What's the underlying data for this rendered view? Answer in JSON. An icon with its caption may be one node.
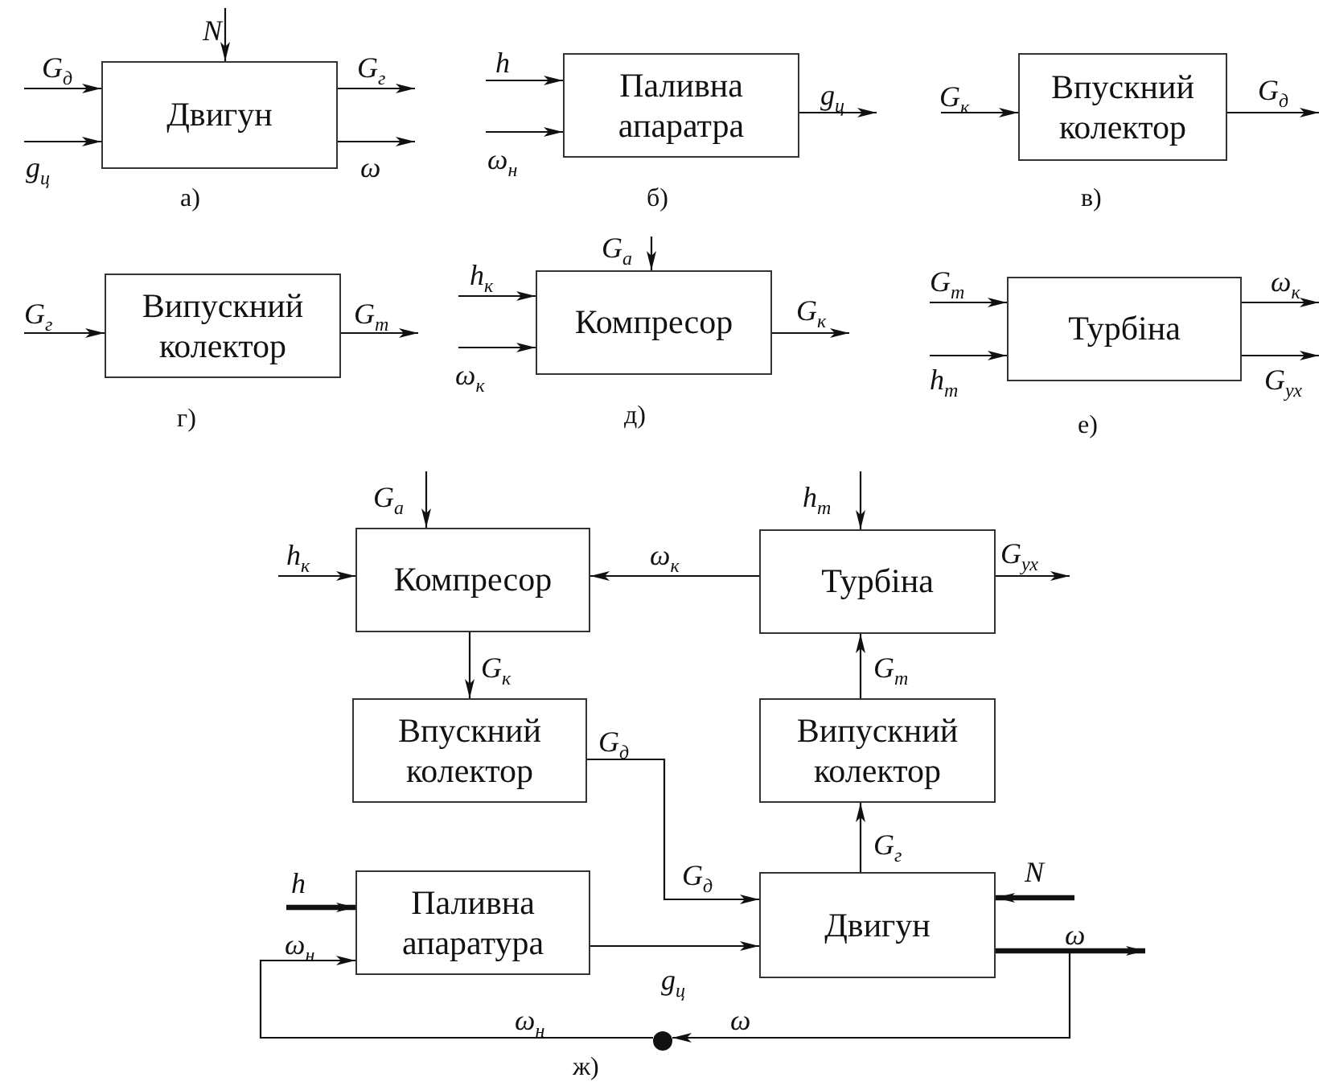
{
  "diagram": {
    "nodes": [
      {
        "text": [
          "Двигун"
        ],
        "beside": [
          "а)"
        ]
      },
      {
        "text": [
          "Паливна апаратра"
        ],
        "beside": [
          "б)"
        ]
      },
      {
        "text": [
          "Впускний колектор"
        ],
        "beside": [
          "в)"
        ]
      },
      {
        "text": [
          "Випускний колектор"
        ],
        "beside": [
          "г)"
        ]
      },
      {
        "text": [
          "Компресор"
        ],
        "beside": [
          "д)"
        ]
      },
      {
        "text": [
          "Турбіна"
        ],
        "beside": [
          "е)"
        ]
      },
      {
        "text": [
          "Компресор"
        ]
      },
      {
        "text": [
          "Турбіна"
        ]
      },
      {
        "text": [
          "Впускний колектор"
        ]
      },
      {
        "text": [
          "Випускний колектор"
        ]
      },
      {
        "text": [
          "Паливна апаратура"
        ]
      },
      {
        "text": [
          "Двигун"
        ]
      },
      {
        "text": [],
        "shape": "circle"
      }
    ],
    "edges": [
      {
        "from": null,
        "to": 0,
        "arrow": "to",
        "label": "N"
      },
      {
        "from": null,
        "to": 0,
        "arrow": "to",
        "label": "G$_{д}$"
      },
      {
        "from": null,
        "to": 0,
        "arrow": "to",
        "label": "g$_{ц}$"
      },
      {
        "from": 0,
        "to": null,
        "arrow": "to",
        "label": "G$_{г}$"
      },
      {
        "from": 0,
        "to": null,
        "arrow": "to",
        "label": "ω"
      },
      {
        "from": null,
        "to": 1,
        "arrow": "to",
        "label": "h"
      },
      {
        "from": null,
        "to": 1,
        "arrow": "to",
        "label": "ω$_{н}$"
      },
      {
        "from": 1,
        "to": null,
        "arrow": "to",
        "label": "g$_{ц}$"
      },
      {
        "from": null,
        "to": 2,
        "arrow": "to",
        "label": "G$_{к}$"
      },
      {
        "from": 2,
        "to": null,
        "arrow": "to",
        "label": "G$_{д}$"
      },
      {
        "from": null,
        "to": 3,
        "arrow": "to",
        "label": "G$_{г}$"
      },
      {
        "from": 3,
        "to": null,
        "arrow": "to",
        "label": "G$_{т}$"
      },
      {
        "from": null,
        "to": 4,
        "arrow": "to",
        "label": "G$_{а}$"
      },
      {
        "from": null,
        "to": 4,
        "arrow": "to",
        "label": "h$_{к}$"
      },
      {
        "from": null,
        "to": 4,
        "arrow": "to",
        "label": "ω$_{к}$"
      },
      {
        "from": 4,
        "to": null,
        "arrow": "to",
        "label": "G$_{к}$"
      },
      {
        "from": null,
        "to": 5,
        "arrow": "to",
        "label": "G$_{т}$"
      },
      {
        "from": null,
        "to": 5,
        "arrow": "to",
        "label": "h$_{т}$"
      },
      {
        "from": 5,
        "to": null,
        "arrow": "to",
        "label": "ω$_{к}$"
      },
      {
        "from": 5,
        "to": null,
        "arrow": "to",
        "label": "G$_{ух}$"
      },
      {
        "from": null,
        "to": 6,
        "arrow": "to",
        "label": "G$_{а}$"
      },
      {
        "from": null,
        "to": 6,
        "arrow": "to",
        "label": "h$_{к}$"
      },
      {
        "from": 7,
        "to": 6,
        "arrow": "to",
        "label": "ω$_{к}$"
      },
      {
        "from": null,
        "to": 7,
        "arrow": "to",
        "label": "h$_{т}$"
      },
      {
        "from": 7,
        "to": null,
        "arrow": "to",
        "label": "G$_{ух}$"
      },
      {
        "from": 6,
        "to": 8,
        "arrow": "to",
        "label": "G$_{к}$"
      },
      {
        "from": 9,
        "to": 7,
        "arrow": "to",
        "label": "G$_{т}$"
      },
      {
        "from": 8,
        "to": 11,
        "arrow": "to",
        "label": "G$_{д}$"
      },
      {
        "from": 11,
        "to": 9,
        "arrow": "to",
        "label": "G$_{г}$"
      },
      {
        "from": null,
        "to": 11,
        "arrow": "to",
        "label": "N",
        "style": "thick"
      },
      {
        "from": null,
        "to": 10,
        "arrow": "to",
        "label": "h",
        "style": "thick"
      },
      {
        "from": 10,
        "to": 11,
        "arrow": "to",
        "label": "g$_{ц}$"
      },
      {
        "from": 11,
        "to": null,
        "arrow": "to",
        "label": "ω",
        "style": "thick"
      },
      {
        "from": 11,
        "to": 12,
        "arrow": "to",
        "label": "ω"
      },
      {
        "from": 12,
        "to": 10,
        "arrow": "to",
        "label": "ω$_{н}$"
      }
    ],
    "labels": [
      "G$_{д}$",
      "ω$_{н}$",
      "ж)"
    ]
  }
}
